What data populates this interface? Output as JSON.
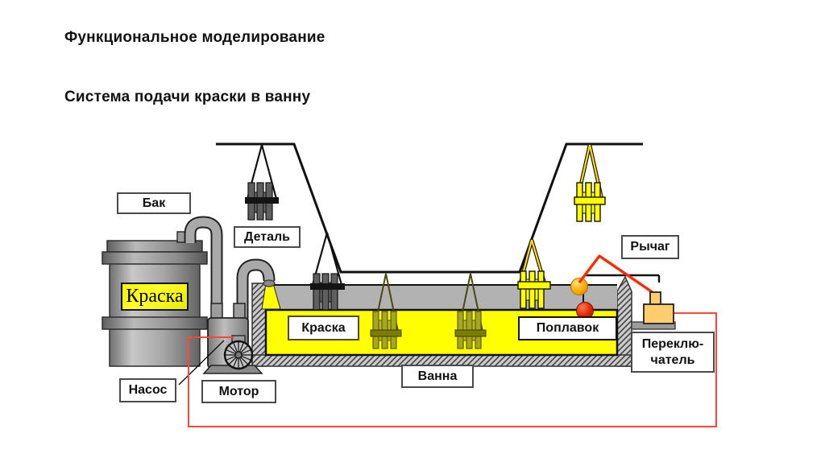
{
  "titles": {
    "main": "Функциональное моделирование",
    "subtitle": "Система подачи краски в ванну"
  },
  "labels": {
    "tank": "Бак",
    "part": "Деталь",
    "paint_barrel": "Краска",
    "paint_bath": "Краска",
    "float": "Поплавок",
    "bath": "Ванна",
    "pump": "Насос",
    "motor": "Мотор",
    "lever": "Рычаг",
    "switch_line1": "Переклю-",
    "switch_line2": "чатель"
  },
  "colors": {
    "paint_yellow": "#ffff00",
    "bath_inner_gray": "#b2b2b2",
    "metal_gray": "#a8a8a8",
    "wire_red": "#ff4633",
    "lever_red": "#ff2a00",
    "switch_tan": "#ffcc70",
    "float_upper_ball_orange": "#ffaa00",
    "float_lower_ball_red": "#dd2000",
    "part_unpainted_dark": "#5f5f5f",
    "part_submerged_olive": "#a6a620",
    "part_painted_yellow": "#ffff00"
  }
}
